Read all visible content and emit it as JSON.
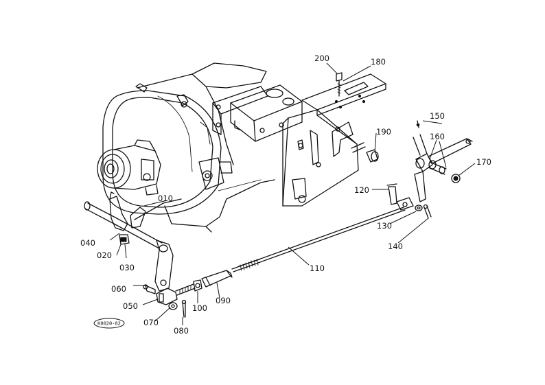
{
  "diagram": {
    "parts": [
      {
        "id": "p010",
        "label": "010"
      },
      {
        "id": "p020",
        "label": "020"
      },
      {
        "id": "p030",
        "label": "030"
      },
      {
        "id": "p040",
        "label": "040"
      },
      {
        "id": "p050",
        "label": "050"
      },
      {
        "id": "p060",
        "label": "060"
      },
      {
        "id": "p070",
        "label": "070"
      },
      {
        "id": "p080",
        "label": "080"
      },
      {
        "id": "p090",
        "label": "090"
      },
      {
        "id": "p100",
        "label": "100"
      },
      {
        "id": "p110",
        "label": "110"
      },
      {
        "id": "p120",
        "label": "120"
      },
      {
        "id": "p130",
        "label": "130"
      },
      {
        "id": "p140",
        "label": "140"
      },
      {
        "id": "p150",
        "label": "150"
      },
      {
        "id": "p160",
        "label": "160"
      },
      {
        "id": "p170",
        "label": "170"
      },
      {
        "id": "p180",
        "label": "180"
      },
      {
        "id": "p190",
        "label": "190"
      },
      {
        "id": "p200",
        "label": "200"
      }
    ],
    "figure_code": "K0020-02"
  }
}
